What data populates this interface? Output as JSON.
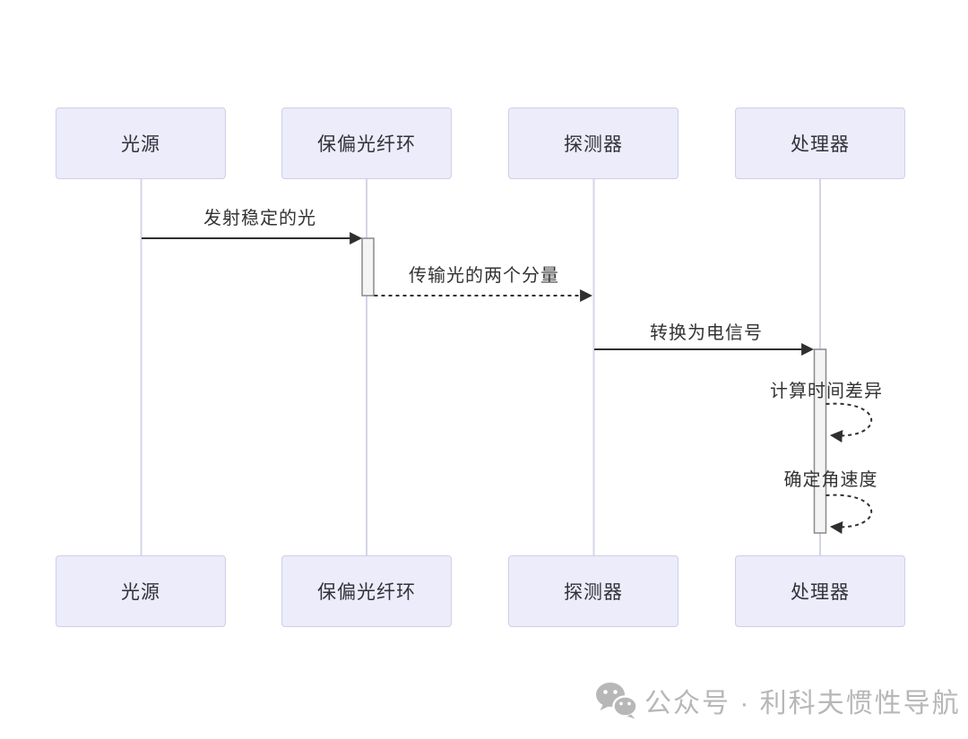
{
  "diagram": {
    "type": "sequence",
    "actors": [
      {
        "name": "光源"
      },
      {
        "name": "保偏光纤环"
      },
      {
        "name": "探测器"
      },
      {
        "name": "处理器"
      }
    ],
    "messages": [
      {
        "from": "光源",
        "to": "保偏光纤环",
        "label": "发射稳定的光",
        "style": "solid-arrow"
      },
      {
        "from": "保偏光纤环",
        "to": "探测器",
        "label": "传输光的两个分量",
        "style": "dashed-arrow"
      },
      {
        "from": "探测器",
        "to": "处理器",
        "label": "转换为电信号",
        "style": "solid-arrow"
      },
      {
        "from": "处理器",
        "to": "处理器",
        "label": "计算时间差异",
        "style": "dashed-self-loop"
      },
      {
        "from": "处理器",
        "to": "处理器",
        "label": "确定角速度",
        "style": "dashed-self-loop"
      }
    ],
    "colors": {
      "actor_fill": "#ececfa",
      "actor_border": "#cfcfe8",
      "lifeline": "#d4d4e8",
      "arrow": "#2f2f2f",
      "activation_fill": "#f4f4f4",
      "activation_border": "#8a8a8a",
      "text": "#333333",
      "watermark": "#b7b7b7"
    }
  },
  "watermark": {
    "icon": "wechat-icon",
    "text": "公众号 · 利科夫惯性导航"
  }
}
